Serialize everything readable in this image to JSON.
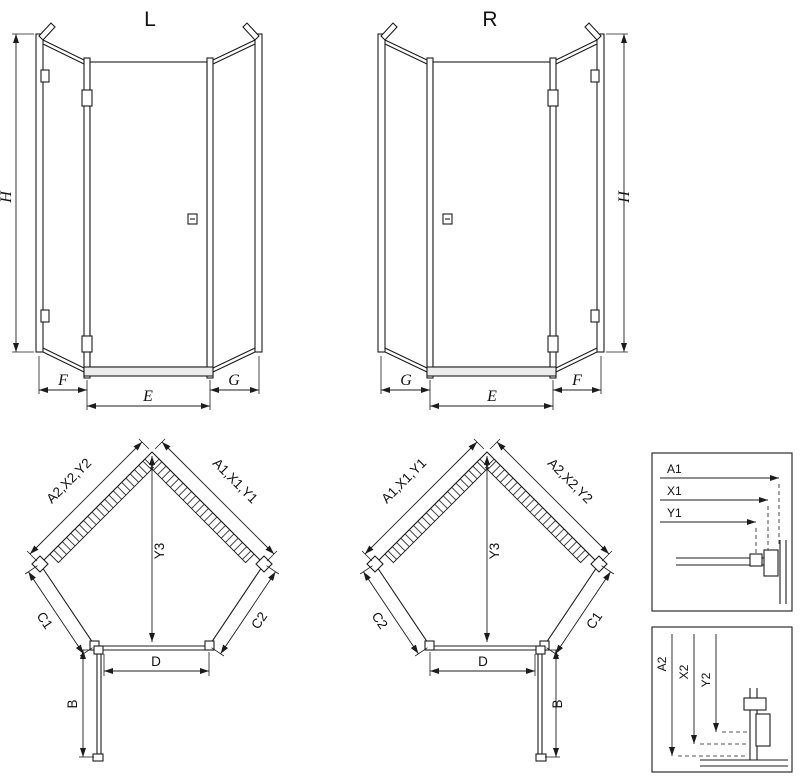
{
  "drawing": {
    "elevation_left": {
      "title": "L",
      "dim_height": "H",
      "dim_panel_left": "F",
      "dim_door": "E",
      "dim_panel_right": "G"
    },
    "elevation_right": {
      "title": "R",
      "dim_height": "H",
      "dim_panel_left": "G",
      "dim_door": "E",
      "dim_panel_right": "F"
    },
    "plan_left": {
      "edge_upper_left": "A2,X2,Y2",
      "edge_upper_right": "A1,X1,Y1",
      "dim_depth": "Y3",
      "dim_lower_left": "C1",
      "dim_lower_right": "C2",
      "dim_opening": "D",
      "dim_door_leaf": "B"
    },
    "plan_right": {
      "edge_upper_left": "A1,X1,Y1",
      "edge_upper_right": "A2,X2,Y2",
      "dim_depth": "Y3",
      "dim_lower_left": "C2",
      "dim_lower_right": "C1",
      "dim_opening": "D",
      "dim_door_leaf": "B"
    },
    "detail_top": {
      "dims": [
        "A1",
        "X1",
        "Y1"
      ]
    },
    "detail_bottom": {
      "dims": [
        "A2",
        "X2",
        "Y2"
      ]
    }
  },
  "colors": {
    "line": "#1c1c1c",
    "background": "#ffffff",
    "hatch": "#444444"
  }
}
